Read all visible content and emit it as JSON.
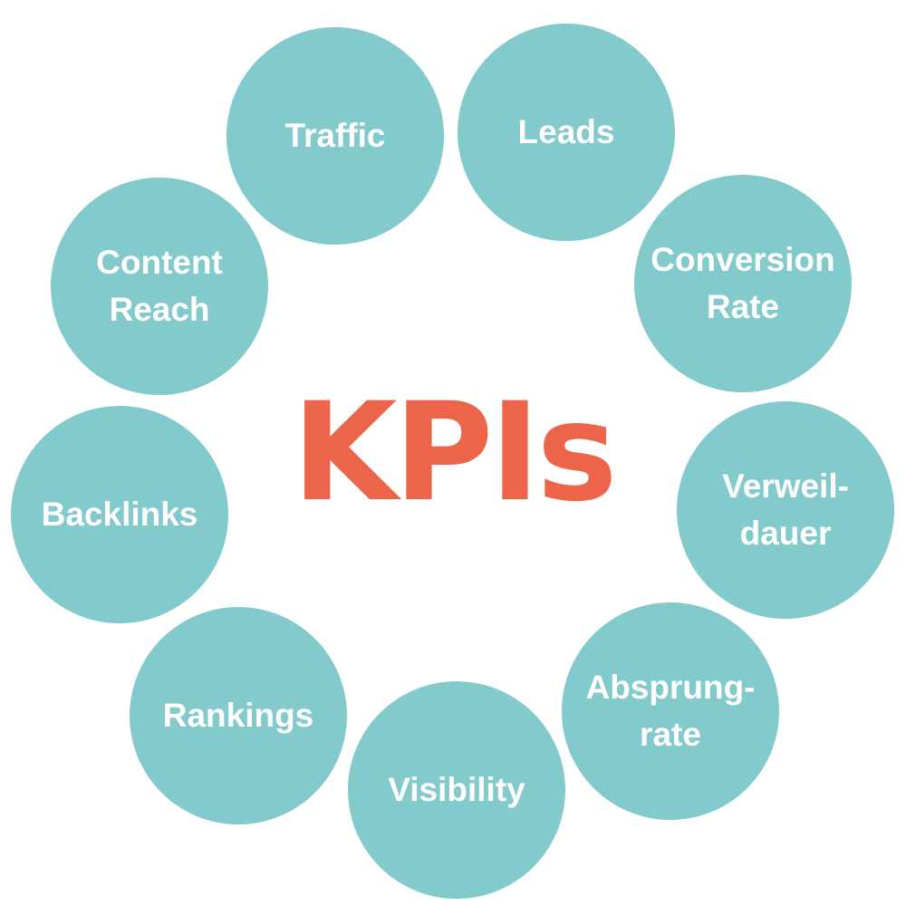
{
  "title": "KPIs",
  "colors": {
    "bubble": "#82cacb",
    "title": "#ec6449",
    "label": "#ffffff"
  },
  "kpis": [
    {
      "label": "Traffic"
    },
    {
      "label": "Leads"
    },
    {
      "label": "Conversion\nRate"
    },
    {
      "label": "Verweil-\ndauer"
    },
    {
      "label": "Absprung-\nrate"
    },
    {
      "label": "Visibility"
    },
    {
      "label": "Rankings"
    },
    {
      "label": "Backlinks"
    },
    {
      "label": "Content\nReach"
    }
  ]
}
